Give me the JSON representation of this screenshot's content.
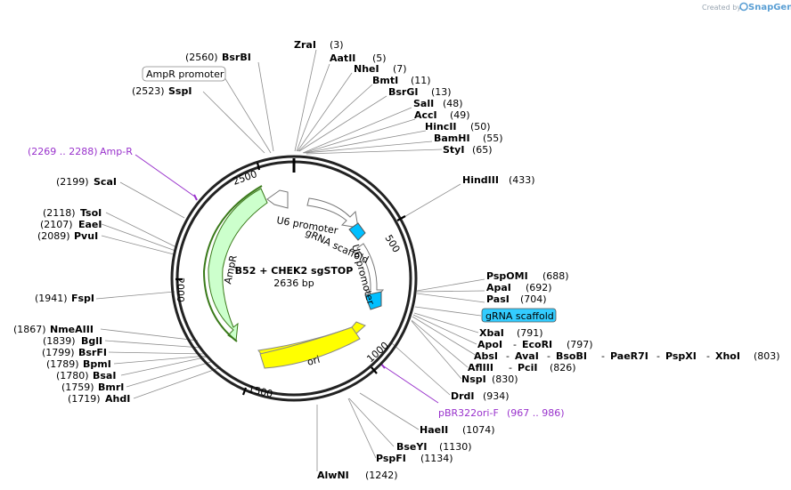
{
  "credit": {
    "prefix": "Created by",
    "brand": "SnapGene"
  },
  "plasmid": {
    "name": "B52 + CHEK2 sgSTOP",
    "length_label": "2636 bp",
    "length": 2636
  },
  "ticks": [
    {
      "label": "500"
    },
    {
      "label": "1000"
    },
    {
      "label": "1500"
    },
    {
      "label": "2000"
    },
    {
      "label": "2500"
    }
  ],
  "features": [
    {
      "name": "U6 promoter",
      "color": "#ffffff"
    },
    {
      "name": "gRNA scaffold",
      "color": "#00bfff"
    },
    {
      "name": "U6 promoter",
      "color": "#ffffff"
    },
    {
      "name": "gRNA scaffold",
      "color": "#00bfff"
    },
    {
      "name": "AmpR",
      "color": "#ccffcc"
    },
    {
      "name": "ori",
      "color": "#ffff00"
    }
  ],
  "site_labels": [
    {
      "name": "ZraI",
      "pos": "(3)"
    },
    {
      "name": "AatII",
      "pos": "(5)"
    },
    {
      "name": "NheI",
      "pos": "(7)"
    },
    {
      "name": "BmtI",
      "pos": "(11)"
    },
    {
      "name": "BsrGI",
      "pos": "(13)"
    },
    {
      "name": "SalI",
      "pos": "(48)"
    },
    {
      "name": "AccI",
      "pos": "(49)"
    },
    {
      "name": "HincII",
      "pos": "(50)"
    },
    {
      "name": "BamHI",
      "pos": "(55)"
    },
    {
      "name": "StyI",
      "pos": "(65)"
    },
    {
      "name": "HindIII",
      "pos": "(433)"
    },
    {
      "name": "PspOMI",
      "pos": "(688)"
    },
    {
      "name": "ApaI",
      "pos": "(692)"
    },
    {
      "name": "PasI",
      "pos": "(704)"
    },
    {
      "name": "XbaI",
      "pos": "(791)"
    },
    {
      "name": "ApoI",
      "name2": "EcoRI",
      "pos": "(797)"
    },
    {
      "name": "AbsI",
      "name2": "AvaI",
      "name3": "BsoBI",
      "name4": "PaeR7I",
      "name5": "PspXI",
      "name6": "XhoI",
      "pos": "(803)"
    },
    {
      "name": "AflIII",
      "name2": "PciI",
      "pos": "(826)"
    },
    {
      "name": "NspI",
      "pos": "(830)"
    },
    {
      "name": "DrdI",
      "pos": "(934)"
    },
    {
      "name": "HaeII",
      "pos": "(1074)"
    },
    {
      "name": "BseYI",
      "pos": "(1130)"
    },
    {
      "name": "PspFI",
      "pos": "(1134)"
    },
    {
      "name": "AlwNI",
      "pos": "(1242)"
    },
    {
      "name": "AhdI",
      "pos": "(1719)"
    },
    {
      "name": "BmrI",
      "pos": "(1759)"
    },
    {
      "name": "BsaI",
      "pos": "(1780)"
    },
    {
      "name": "BpmI",
      "pos": "(1789)"
    },
    {
      "name": "BsrFI",
      "pos": "(1799)"
    },
    {
      "name": "BglI",
      "pos": "(1839)"
    },
    {
      "name": "NmeAIII",
      "pos": "(1867)"
    },
    {
      "name": "FspI",
      "pos": "(1941)"
    },
    {
      "name": "PvuI",
      "pos": "(2089)"
    },
    {
      "name": "EaeI",
      "pos": "(2107)"
    },
    {
      "name": "TsoI",
      "pos": "(2118)"
    },
    {
      "name": "ScaI",
      "pos": "(2199)"
    },
    {
      "name": "SspI",
      "pos": "(2523)"
    },
    {
      "name": "BsrBI",
      "pos": "(2560)"
    }
  ],
  "boxed_labels": [
    {
      "text": "AmpR promoter"
    },
    {
      "text": "gRNA scaffold"
    }
  ],
  "primers": [
    {
      "range": "(2269 .. 2288)",
      "name": "Amp-R"
    },
    {
      "range": "(967 .. 986)",
      "name": "pBR322ori-F"
    }
  ]
}
